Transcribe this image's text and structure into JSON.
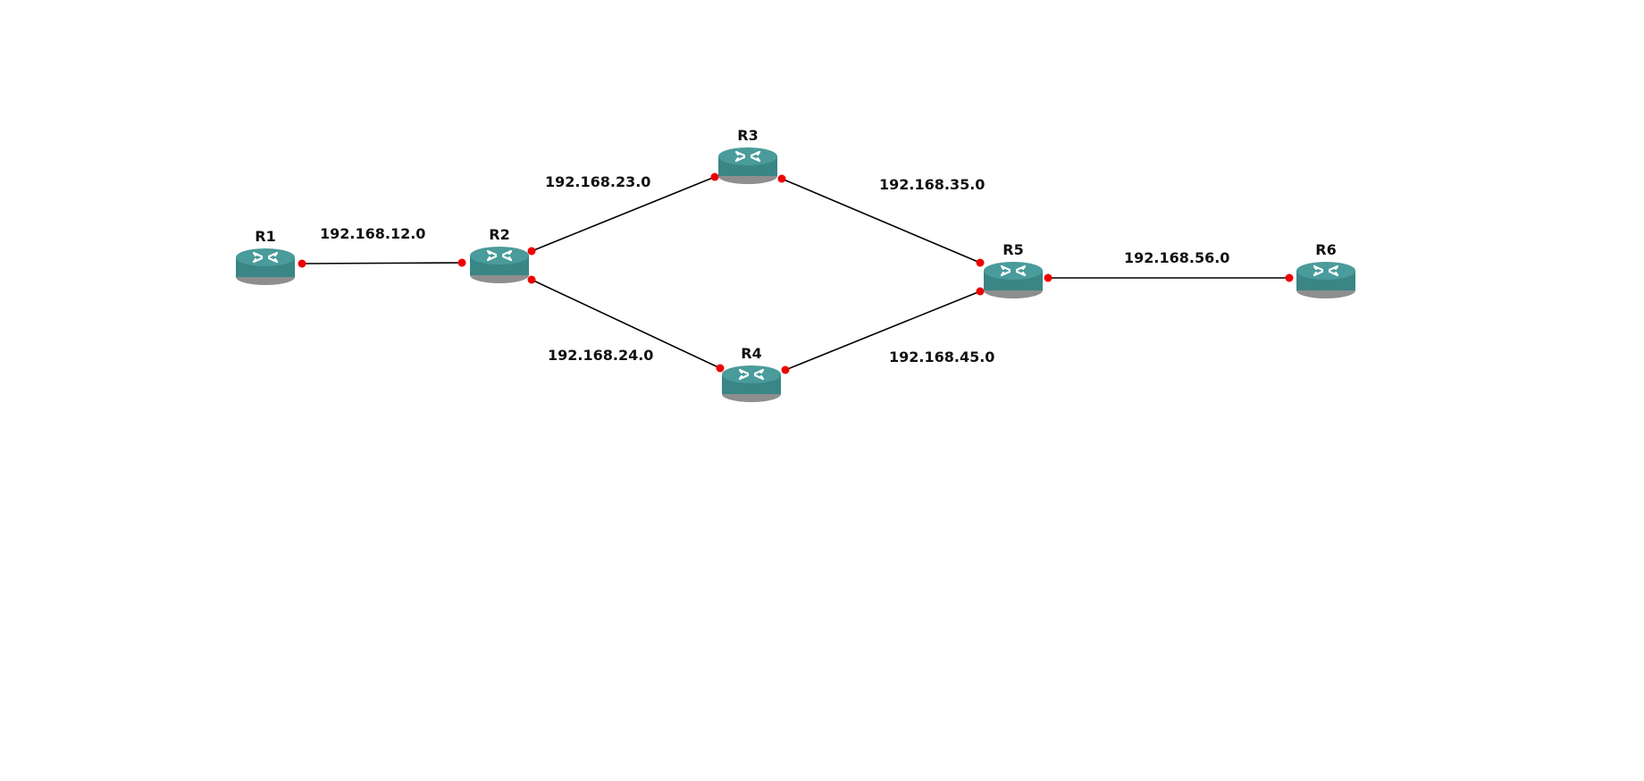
{
  "colors": {
    "background": "#ffffff",
    "link": "#000000",
    "port": "#ee0000",
    "router_top": "#4a9b9b",
    "router_side": "#3a8585",
    "router_base": "#8e8e8e"
  },
  "icons": {
    "router": "router-icon"
  },
  "routers": [
    {
      "id": "R1",
      "label": "R1"
    },
    {
      "id": "R2",
      "label": "R2"
    },
    {
      "id": "R3",
      "label": "R3"
    },
    {
      "id": "R4",
      "label": "R4"
    },
    {
      "id": "R5",
      "label": "R5"
    },
    {
      "id": "R6",
      "label": "R6"
    }
  ],
  "links": [
    {
      "from": "R1",
      "to": "R2",
      "label": "192.168.12.0"
    },
    {
      "from": "R2",
      "to": "R3",
      "label": "192.168.23.0"
    },
    {
      "from": "R2",
      "to": "R4",
      "label": "192.168.24.0"
    },
    {
      "from": "R3",
      "to": "R5",
      "label": "192.168.35.0"
    },
    {
      "from": "R4",
      "to": "R5",
      "label": "192.168.45.0"
    },
    {
      "from": "R5",
      "to": "R6",
      "label": "192.168.56.0"
    }
  ]
}
